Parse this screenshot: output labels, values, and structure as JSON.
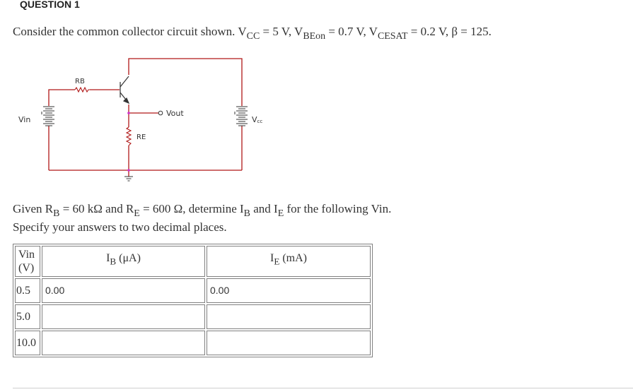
{
  "question_title": "QUESTION 1",
  "prompt": {
    "text1": "Consider the common collector circuit shown. V",
    "vcc_sub": "CC",
    "text2": " = 5 V, V",
    "vbe_sub": "BEon",
    "text3": " = 0.7 V, V",
    "vce_sub": "CESAT",
    "text4": " = 0.2 V, β = 125."
  },
  "circuit": {
    "rb_label": "RB",
    "re_label": "RE",
    "vin_label": "Vin",
    "vout_label": "Vout",
    "vcc_label": "V",
    "vcc_label_sub": "cc"
  },
  "given": {
    "text1": "Given R",
    "rb_sub": "B",
    "text2": " = 60 kΩ and R",
    "re_sub": "E",
    "text3": " = 600 Ω, determine I",
    "ib_sub": "B",
    "text4": " and I",
    "ie_sub": "E",
    "text5": " for the following Vin."
  },
  "specify": "Specify your answers to two decimal places.",
  "table": {
    "header_vin_line1": "Vin",
    "header_vin_line2": "(V)",
    "header_ib_prefix": "I",
    "header_ib_sub": "B",
    "header_ib_unit": " (μA)",
    "header_ie_prefix": "I",
    "header_ie_sub": "E",
    "header_ie_unit": " (mA)",
    "rows": [
      {
        "vin": "0.5",
        "ib": "0.00",
        "ie": "0.00"
      },
      {
        "vin": "5.0",
        "ib": "",
        "ie": ""
      },
      {
        "vin": "10.0",
        "ib": "",
        "ie": ""
      }
    ]
  },
  "colors": {
    "wire": "#b01818",
    "node": "#cc33cc",
    "component": "#333333"
  }
}
